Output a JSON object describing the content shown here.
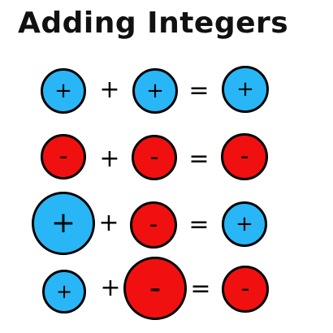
{
  "title": "Adding Integers",
  "colors": {
    "positive": "#29b6f6",
    "negative": "#f01010",
    "outline": "#000000"
  },
  "operators": {
    "plus": "+",
    "equals": "="
  },
  "rows": [
    {
      "a": {
        "sign": "positive",
        "symbol": "+"
      },
      "b": {
        "sign": "positive",
        "symbol": "+"
      },
      "result": {
        "sign": "positive",
        "symbol": "+"
      }
    },
    {
      "a": {
        "sign": "negative",
        "symbol": "-"
      },
      "b": {
        "sign": "negative",
        "symbol": "-"
      },
      "result": {
        "sign": "negative",
        "symbol": "-"
      }
    },
    {
      "a": {
        "sign": "positive",
        "symbol": "+"
      },
      "b": {
        "sign": "negative",
        "symbol": "-"
      },
      "result": {
        "sign": "positive",
        "symbol": "+"
      }
    },
    {
      "a": {
        "sign": "positive",
        "symbol": "+"
      },
      "b": {
        "sign": "negative",
        "symbol": "-"
      },
      "result": {
        "sign": "negative",
        "symbol": "-"
      }
    }
  ]
}
